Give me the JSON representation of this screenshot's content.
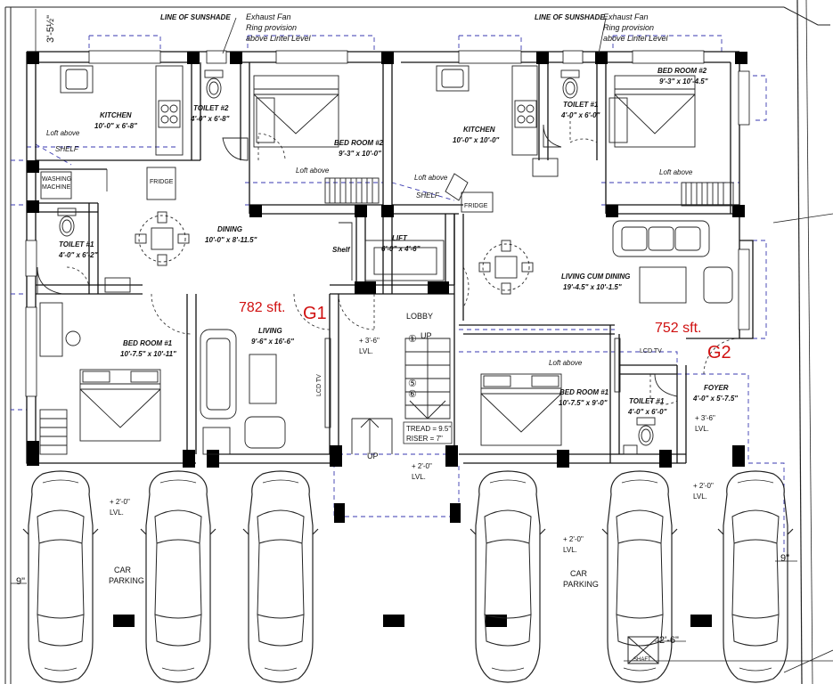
{
  "notes": {
    "sunshade_left": "LINE OF SUNSHADE",
    "sunshade_right": "LINE OF SUNSHADE",
    "exhaust_left": [
      "Exhaust Fan",
      "Ring provision",
      "above Lintel Level"
    ],
    "exhaust_right": [
      "Exhaust Fan",
      "Ring provision",
      "above Lintel Level"
    ],
    "top_dim": "3'-5½\"",
    "left_dim": "9\"",
    "right_dim": "9\"",
    "bottom_dim": "2'-6\""
  },
  "unit_g1": {
    "tag": "G1",
    "area": "782 sft.",
    "rooms": [
      {
        "name": "KITCHEN",
        "dims": "10'-0\" x 6'-8\""
      },
      {
        "name": "TOILET #2",
        "dims": "4'-0\" x 6'-8\""
      },
      {
        "name": "BED ROOM #2",
        "dims": "9'-3\" x 10'-0\""
      },
      {
        "name": "DINING",
        "dims": "10'-0\" x 8'-11.5\""
      },
      {
        "name": "TOILET #1",
        "dims": "4'-0\" x 6'-2\""
      },
      {
        "name": "BED ROOM #1",
        "dims": "10'-7.5\" x 10'-11\""
      },
      {
        "name": "LIVING",
        "dims": "9'-6\" x 16'-6\""
      }
    ],
    "labels": {
      "loft_kitchen": "Loft above",
      "shelf_kitchen": "SHELF",
      "washing": [
        "WASHING",
        "MACHINE"
      ],
      "fridge": "FRIDGE",
      "loft_bed2": "Loft above",
      "lcd": "LCD TV",
      "shelf_lift": "Shelf"
    }
  },
  "unit_g2": {
    "tag": "G2",
    "area": "752 sft.",
    "rooms": [
      {
        "name": "KITCHEN",
        "dims": "10'-0\" x 10'-0\""
      },
      {
        "name": "TOILET #1",
        "dims": "4'-0\" x 6'-0\""
      },
      {
        "name": "BED ROOM #2",
        "dims": "9'-3\" x 10'-4.5\""
      },
      {
        "name": "LIVING CUM DINING",
        "dims": "19'-4.5\" x 10'-1.5\""
      },
      {
        "name": "BED ROOM #1",
        "dims": "10'-7.5\" x 9'-0\""
      },
      {
        "name": "TOILET #1",
        "dims": "4'-0\" x 6'-0\""
      },
      {
        "name": "FOYER",
        "dims": "4'-0\" x 5'-7.5\""
      }
    ],
    "labels": {
      "loft_kitchen": "Loft above",
      "shelf_kitchen": "SHELF",
      "fridge": "FRIDGE",
      "loft_bed2": "Loft above",
      "loft_bed1": "Loft above",
      "lcd": "LCD TV"
    }
  },
  "core": {
    "lift_name": "LIFT",
    "lift_dims": "6'-0\" x 4'-6\"",
    "lobby": "LOBBY",
    "up_top": "UP",
    "up_bottom": "UP",
    "steps": [
      "①",
      "⑤",
      "⑥"
    ],
    "tread": "TREAD = 9.5\"",
    "riser": "RISER  = 7\""
  },
  "levels": [
    {
      "value": "+ 3'-6\"",
      "lvl": "LVL."
    },
    {
      "value": "+ 2'-0\"",
      "lvl": "LVL."
    },
    {
      "value": "+ 3'-6\"",
      "lvl": "LVL."
    },
    {
      "value": "+ 2'-0\"",
      "lvl": "LVL."
    },
    {
      "value": "+ 2'-0\"",
      "lvl": "LVL."
    },
    {
      "value": "+ 2'-0\"",
      "lvl": "LVL."
    }
  ],
  "parking": {
    "left_label": [
      "CAR",
      "PARKING"
    ],
    "right_label": [
      "CAR",
      "PARKING"
    ],
    "shaft": "SHAFT",
    "car_count": 6
  }
}
